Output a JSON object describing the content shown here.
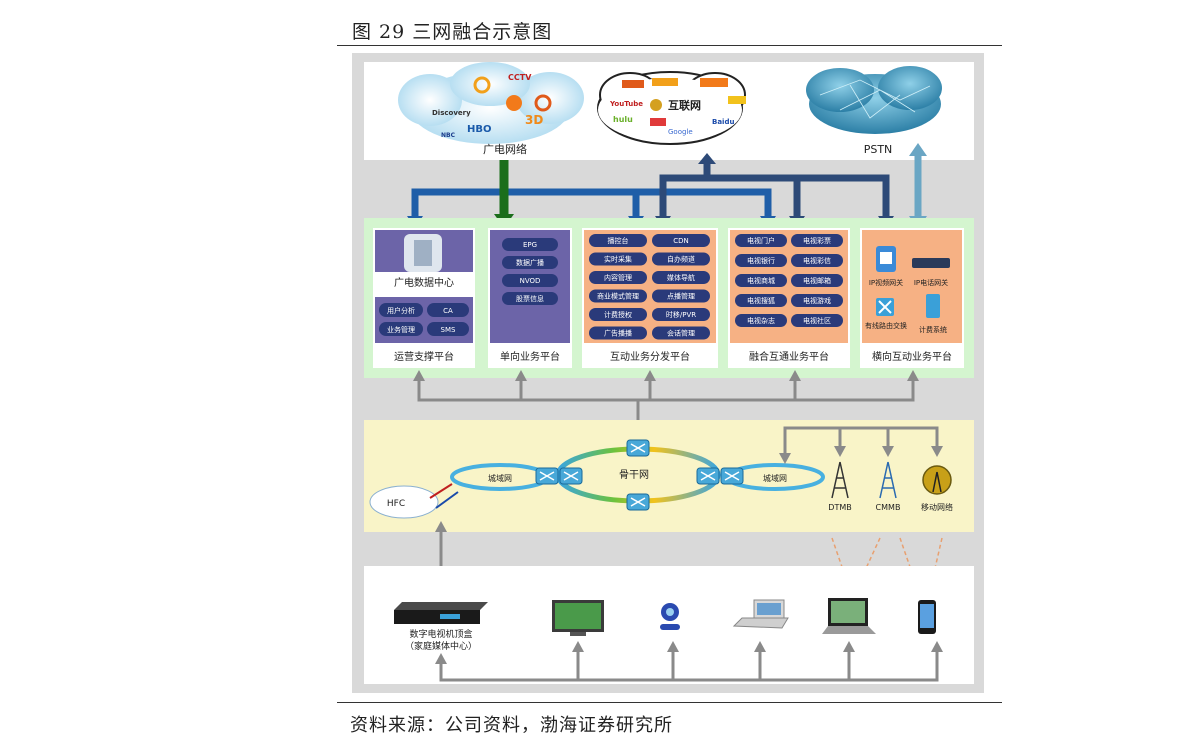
{
  "figure": {
    "title": "图 29 三网融合示意图",
    "source": "资料来源：公司资料，渤海证券研究所"
  },
  "clouds": {
    "broadcast": {
      "label": "广电网络",
      "logos": [
        "CCTV",
        "Discovery",
        "NBC",
        "HBO",
        "3D"
      ]
    },
    "internet": {
      "label": "互联网",
      "logos": [
        "YouTube",
        "hulu",
        "Google",
        "Baidu"
      ]
    },
    "pstn": {
      "label": "PSTN"
    }
  },
  "platforms": {
    "ops": {
      "title": "运营支撑平台",
      "datacenter_label": "广电数据中心",
      "items": [
        "用户分析",
        "CA",
        "业务管理",
        "SMS"
      ]
    },
    "oneway": {
      "title": "单向业务平台",
      "items": [
        "EPG",
        "数据广播",
        "NVOD",
        "股票信息"
      ]
    },
    "interactive": {
      "title": "互动业务分发平台",
      "items": [
        "播控台",
        "CDN",
        "实时采集",
        "自办频道",
        "内容管理",
        "媒体导航",
        "商业模式管理",
        "点播管理",
        "计费授权",
        "时移/PVR",
        "广告播播",
        "会话管理"
      ]
    },
    "fusion": {
      "title": "融合互通业务平台",
      "items": [
        "电视门户",
        "电视彩票",
        "电视银行",
        "电视彩信",
        "电视商城",
        "电视邮箱",
        "电视搜狐",
        "电视游戏",
        "电视杂志",
        "电视社区"
      ]
    },
    "horizontal": {
      "title": "横向互动业务平台",
      "items": [
        "IP视频网关",
        "IP电话网关",
        "有线路由交换",
        "计费系统"
      ]
    }
  },
  "network": {
    "backbone": "骨干网",
    "metro_left": "城域网",
    "metro_right": "城域网",
    "hfc": "HFC",
    "dtmb": "DTMB",
    "cmmb": "CMMB",
    "mobile": "移动网络"
  },
  "terminals": {
    "stb": "数字电视机顶盒",
    "stb_sub": "（家庭媒体中心）"
  },
  "colors": {
    "arrow_blue": "#1f5ea8",
    "arrow_green": "#1b6e1b",
    "arrow_navy": "#2d4a78",
    "arrow_teal": "#6aa6c4",
    "platform_bg": "#d4f5cf",
    "network_bg": "#f9f4c8",
    "item_navy": "#2a3a7a",
    "item_orange": "#f6b184",
    "oneway_purple": "#6c64a8"
  }
}
